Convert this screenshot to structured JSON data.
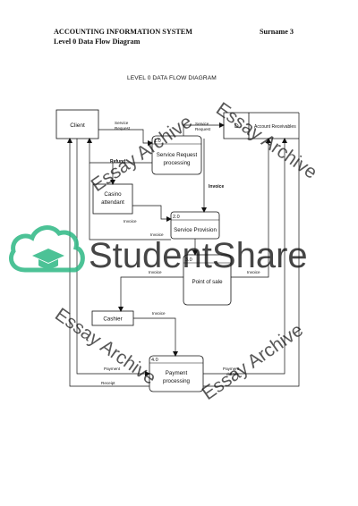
{
  "header": {
    "course": "ACCOUNTING INFORMATION SYSTEM",
    "surname_page": "Surname 3",
    "section_title": "Level 0 Data Flow Diagram"
  },
  "diagram": {
    "title": "LEVEL  0 DATA FLOW DIAGRAM",
    "entities": {
      "client": "Client",
      "casino_attendant": "Casino attendant",
      "cashier": "Cashier"
    },
    "processes": {
      "p1": {
        "num": "1.0",
        "label": "Service Request processing"
      },
      "p2": {
        "num": "2.0",
        "label": "Service Provision"
      },
      "p3": {
        "num": "3.0",
        "label": "Point of sale"
      },
      "p4": {
        "num": "4.0",
        "label": "Payment processing"
      }
    },
    "datastore": {
      "id": "D",
      "label": "Account Receivables"
    },
    "flows": {
      "service_request_1": "Service Request",
      "service_request_2": "Service Request",
      "refund": "Refund",
      "invoice_vertical": "Invoice",
      "invoice_attendant": "Invoice",
      "invoice_provision": "Invoice",
      "invoice_pos_left": "Invoice",
      "invoice_pos_right": "Invoice",
      "invoice_cashier": "Invoice",
      "payment_left": "Payment",
      "payment_details": "Payment details",
      "receipt": "Receipt"
    }
  },
  "watermark": {
    "brand": "StudentShare",
    "tag": "Essay Archive",
    "color": "#2db884"
  }
}
